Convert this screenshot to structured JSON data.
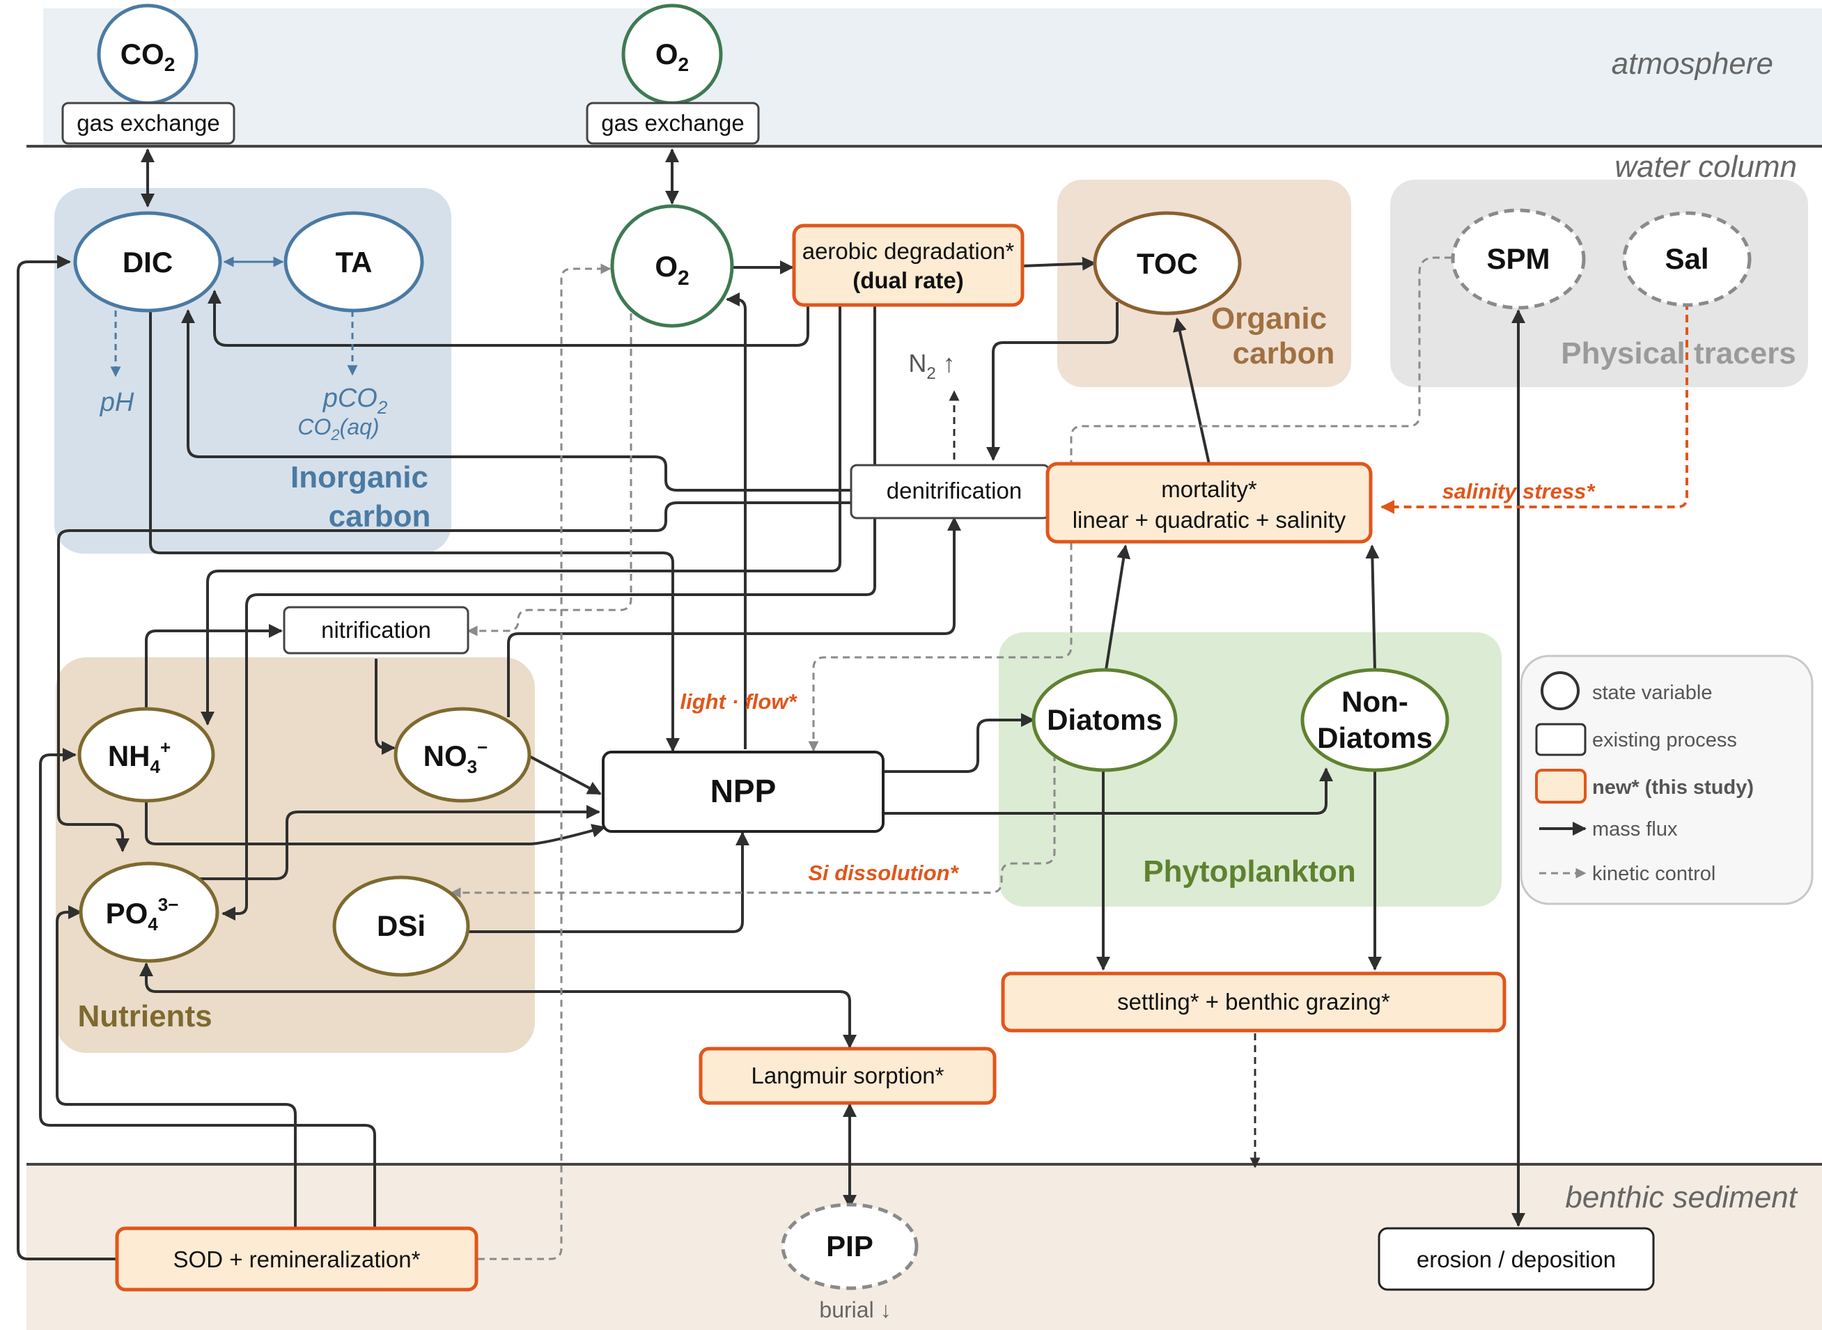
{
  "zones": {
    "atmosphere": "atmosphere",
    "water_column": "water column",
    "benthic_sediment": "benthic sediment"
  },
  "groups": {
    "inorganic_carbon": [
      "Inorganic",
      "carbon"
    ],
    "organic_carbon": [
      "Organic",
      "carbon"
    ],
    "physical_tracers": "Physical tracers",
    "nutrients": "Nutrients",
    "phytoplankton": "Phytoplankton"
  },
  "state_variables": {
    "co2_atm": {
      "main": "CO",
      "sub": "2"
    },
    "o2_atm": {
      "main": "O",
      "sub": "2"
    },
    "dic": "DIC",
    "ta": "TA",
    "o2_water": {
      "main": "O",
      "sub": "2"
    },
    "toc": "TOC",
    "spm": "SPM",
    "sal": "Sal",
    "nh4": {
      "main": "NH",
      "sub": "4",
      "sup": "+"
    },
    "no3": {
      "main": "NO",
      "sub": "3",
      "sup": "−"
    },
    "po4": {
      "main": "PO",
      "sub": "4",
      "sup": "3−"
    },
    "dsi": "DSi",
    "diatoms": "Diatoms",
    "non_diatoms": [
      "Non-",
      "Diatoms"
    ],
    "pip": "PIP"
  },
  "diagnostics": {
    "ph": "pH",
    "pco2": {
      "main": "pCO",
      "sub": "2"
    },
    "co2aq": {
      "main": "CO",
      "sub": "2",
      "suffix": "(aq)"
    },
    "n2": {
      "main": "N",
      "sub": "2",
      "arrow": "↑"
    },
    "burial": "burial ↓"
  },
  "processes": {
    "gas_exchange_co2": "gas exchange",
    "gas_exchange_o2": "gas exchange",
    "aerobic_degradation": {
      "line1": "aerobic degradation*",
      "line2": "(dual rate)"
    },
    "denitrification": "denitrification",
    "mortality": {
      "line1": "mortality*",
      "line2": "linear + quadratic + salinity"
    },
    "nitrification": "nitrification",
    "npp": "NPP",
    "settling": "settling* + benthic grazing*",
    "langmuir": "Langmuir sorption*",
    "sod": "SOD + remineralization*",
    "erosion": "erosion / deposition"
  },
  "flow_labels": {
    "salinity_stress": "salinity stress*",
    "light_flow": "light · flow*",
    "si_dissolution": "Si dissolution*"
  },
  "legend": {
    "state_variable": "state variable",
    "existing_process": "existing process",
    "new_process": "new* (this study)",
    "mass_flux": "mass flux",
    "kinetic_control": "kinetic control"
  },
  "colors": {
    "carbon_blue": "#4a7aa3",
    "oxygen_green": "#3e7a52",
    "organic_brown": "#8a6030",
    "nutrient_olive": "#7e6a30",
    "phyto_green": "#5e8230",
    "new_orange": "#e0561b",
    "new_fill": "#fdebd3",
    "tracer_gray": "#8a8a8a"
  }
}
